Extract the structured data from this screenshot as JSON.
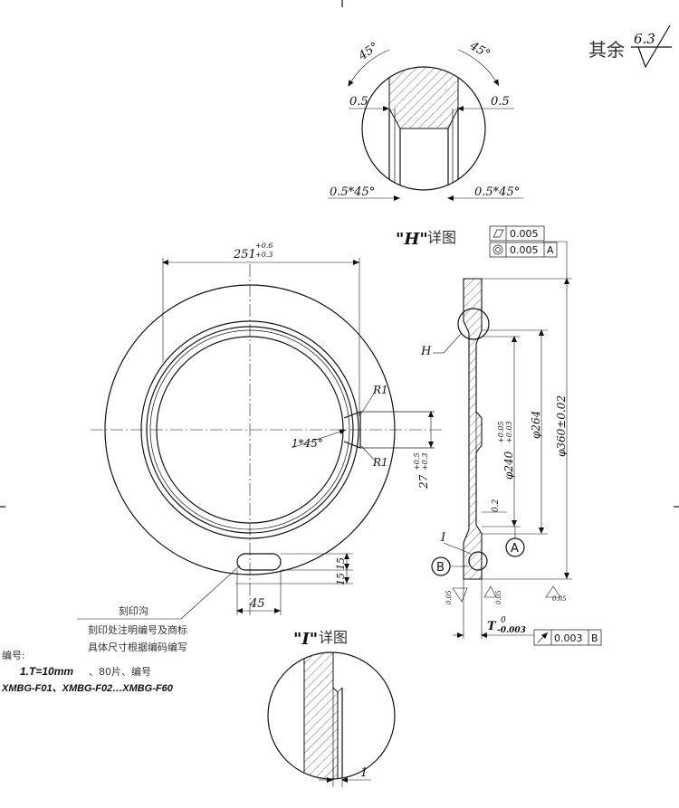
{
  "roughness_note": {
    "prefix": "其余",
    "value": "6.3"
  },
  "detail_h": {
    "title_mark": "\"H\"",
    "title_suffix": "详图",
    "angle_left": "45°",
    "angle_right": "45°",
    "width_left": "0.5",
    "width_right": "0.5",
    "chamfer_left": "0.5*45°",
    "chamfer_right": "0.5*45°"
  },
  "detail_i": {
    "title_mark": "\"I\"",
    "title_suffix": "详图",
    "width": "1"
  },
  "front_view": {
    "dim_top": "251",
    "dim_top_tol_upper": "+0.6",
    "dim_top_tol_lower": "+0.3",
    "radius_top": "R1",
    "radius_bottom": "R1",
    "chamfer": "1*45°",
    "dim_slot": "27",
    "dim_slot_tol_upper": "+0.5",
    "dim_slot_tol_lower": "+0.3",
    "dim_bottom": "45",
    "dim_side_a": "15",
    "dim_side_b": "15"
  },
  "section_view": {
    "label_h": "H",
    "label_i": "I",
    "dim_inner": "φ240",
    "dim_inner_tol_upper": "+0.05",
    "dim_inner_tol_lower": "+0.03",
    "dim_mid": "φ264",
    "dim_outer": "φ360±0.02",
    "small_dim": "0.2",
    "datum_a": "A",
    "datum_b": "B",
    "roughness_1": "0.05",
    "roughness_2": "0.05",
    "roughness_3": "0.05",
    "thickness_label": "T",
    "thickness_tol_upper": "0",
    "thickness_tol_lower": "-0.003"
  },
  "tolerance_frames": {
    "flatness_value": "0.005",
    "concentricity_value": "0.005",
    "concentricity_datum": "A",
    "runout_value": "0.003",
    "runout_datum": "B"
  },
  "engraving_note": {
    "line1": "刻印沟",
    "line2": "刻印处注明编号及商标",
    "line3": "具体尺寸根据编码编写"
  },
  "numbering": {
    "heading": "编号:",
    "spec_thickness": "1.T=10mm",
    "spec_count": "、80片、编号",
    "codes": "XMBG-F01、XMBG-F02…XMBG-F60"
  }
}
